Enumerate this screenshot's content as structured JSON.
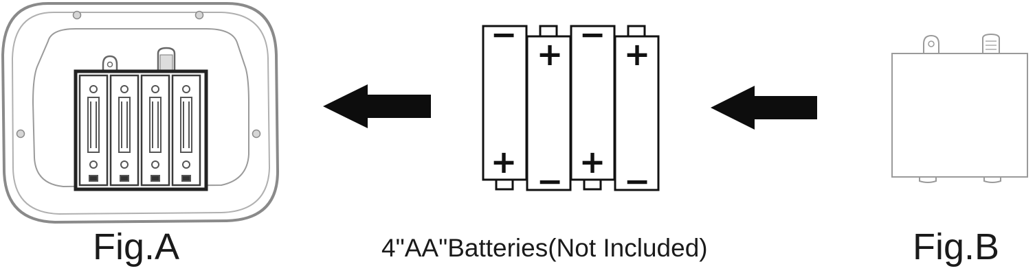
{
  "figure_a": {
    "label": "Fig.A"
  },
  "batteries": {
    "label": "4\"AA\"Batteries(Not Included)",
    "count": 4,
    "cells": [
      {
        "top_symbol": "−",
        "bottom_symbol": "+"
      },
      {
        "top_symbol": "+",
        "bottom_symbol": "−"
      },
      {
        "top_symbol": "−",
        "bottom_symbol": "+"
      },
      {
        "top_symbol": "+",
        "bottom_symbol": "−"
      }
    ]
  },
  "figure_b": {
    "label": "Fig.B"
  },
  "colors": {
    "ink": "#111111",
    "light_line": "#9a9a9a",
    "background": "#ffffff"
  }
}
